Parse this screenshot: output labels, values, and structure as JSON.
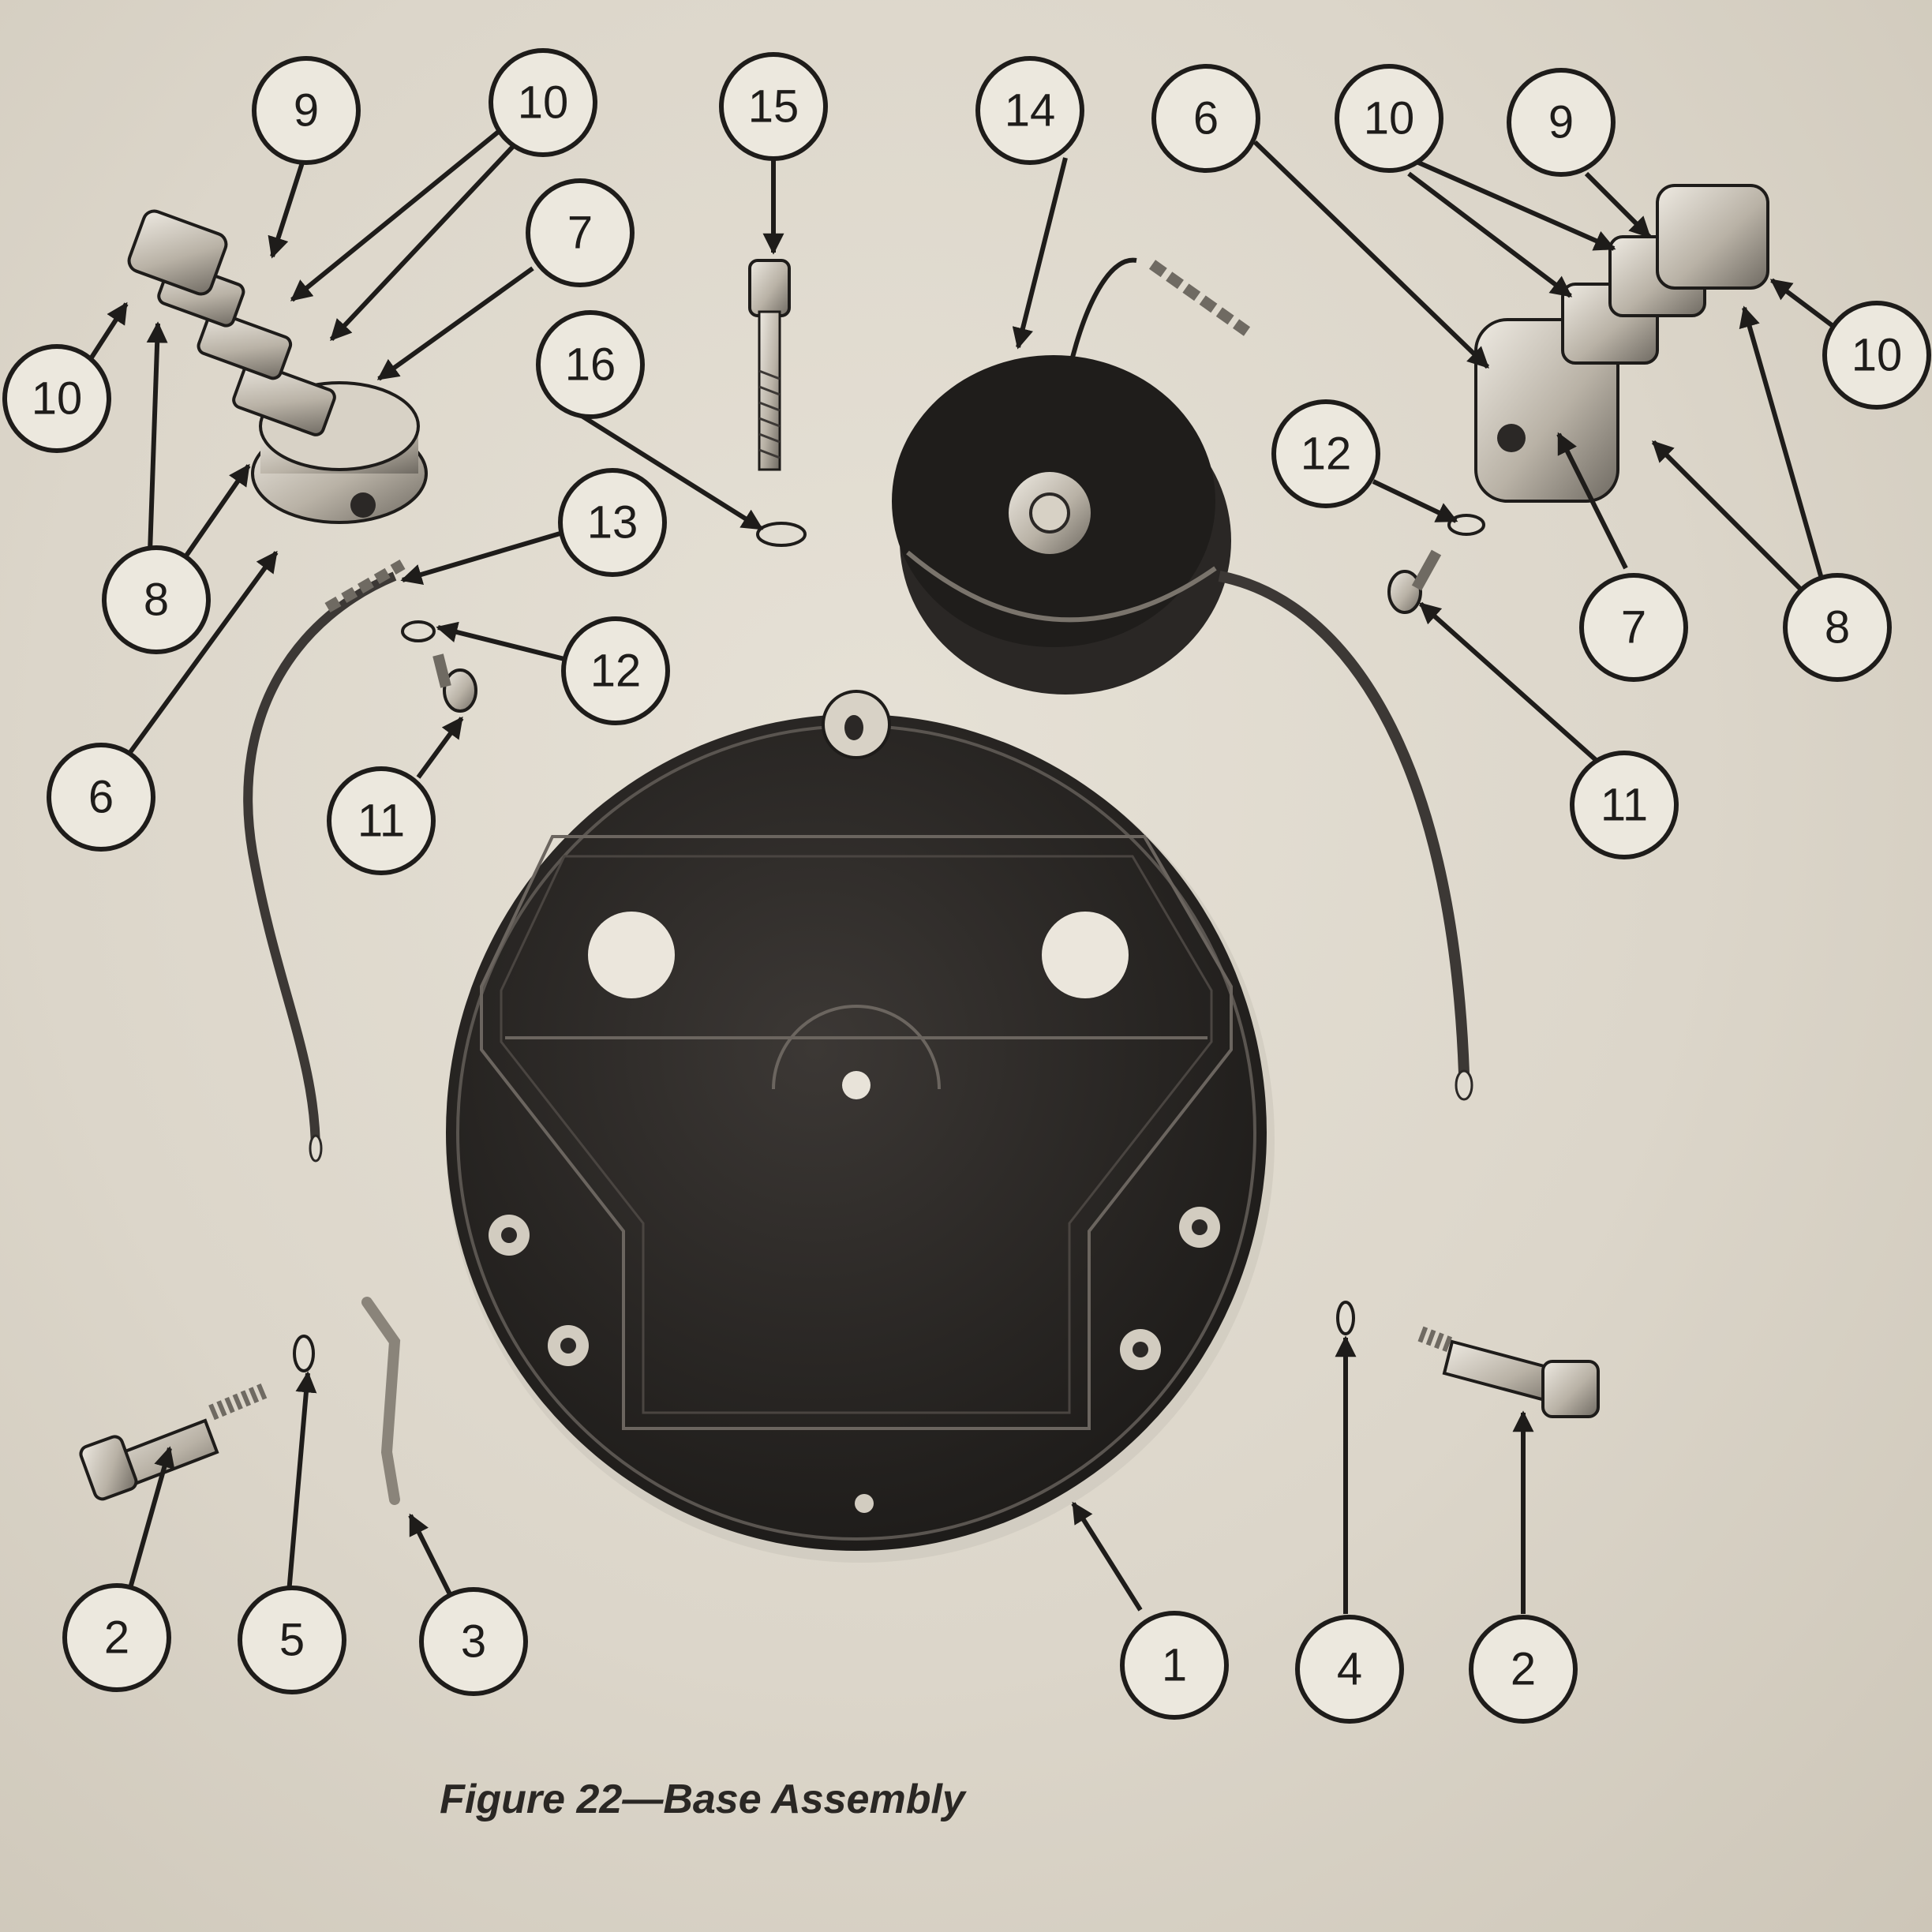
{
  "figure": {
    "caption": "Figure 22—Base Assembly"
  },
  "callouts": [
    "9",
    "10",
    "10",
    "7",
    "8",
    "8",
    "6",
    "16",
    "13",
    "12",
    "11",
    "15",
    "14",
    "6",
    "10",
    "9",
    "10",
    "12",
    "7",
    "8",
    "11",
    "2",
    "5",
    "3",
    "1",
    "4",
    "2"
  ],
  "colors": {
    "paper": "#e3ded3",
    "ink": "#1e1c1a",
    "part_dark": "#2b2826",
    "metal": "#b8b2a6"
  }
}
